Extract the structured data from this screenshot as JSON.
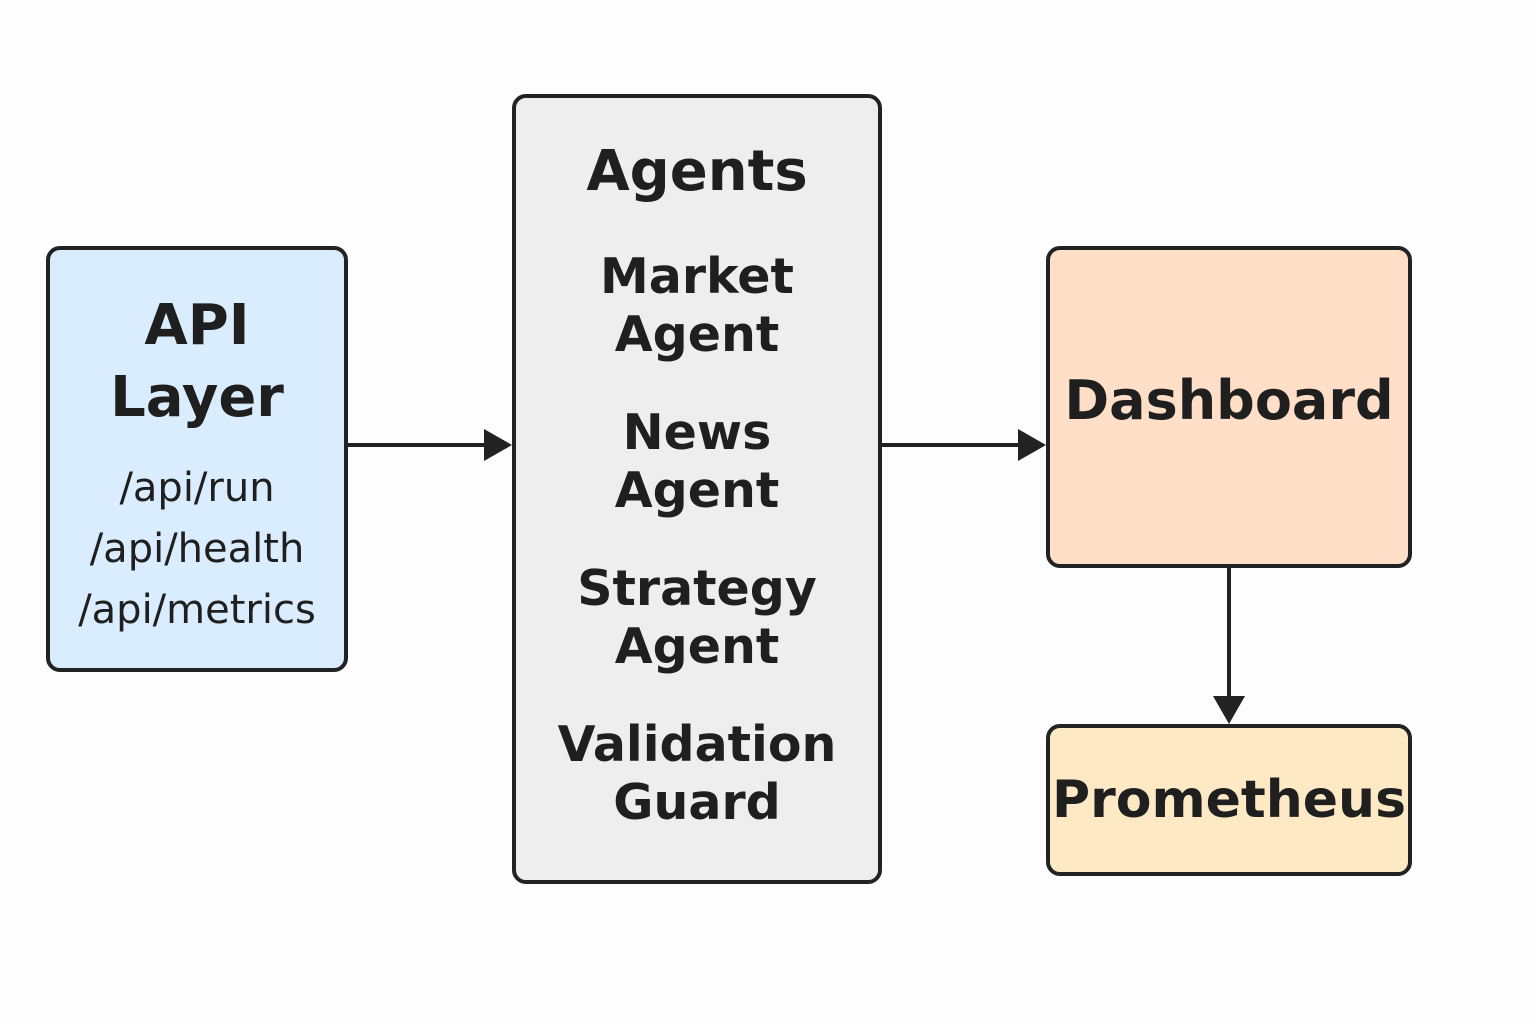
{
  "colors": {
    "api_fill": "#d9edff",
    "agents_fill": "#eeeeee",
    "dashboard_fill": "#ffdfc8",
    "prometheus_fill": "#fde9c4",
    "stroke": "#222222"
  },
  "api_layer": {
    "title_line1": "API",
    "title_line2": "Layer",
    "endpoints": [
      "/api/run",
      "/api/health",
      "/api/metrics"
    ]
  },
  "agents": {
    "title": "Agents",
    "items": [
      {
        "line1": "Market",
        "line2": "Agent"
      },
      {
        "line1": "News",
        "line2": "Agent"
      },
      {
        "line1": "Strategy",
        "line2": "Agent"
      },
      {
        "line1": "Validation",
        "line2": "Guard"
      }
    ]
  },
  "dashboard": {
    "label": "Dashboard"
  },
  "prometheus": {
    "label": "Prometheus"
  }
}
